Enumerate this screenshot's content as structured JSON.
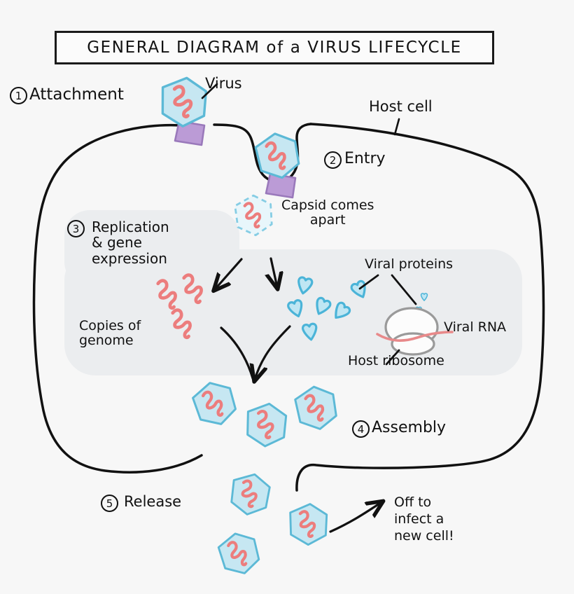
{
  "title": "GENERAL DIAGRAM of a VIRUS LIFECYCLE",
  "colors": {
    "background": "#f7f7f7",
    "ink": "#111111",
    "capsid_fill": "#c6e7f2",
    "capsid_stroke": "#5cb9d6",
    "genome_red": "#ec7d7d",
    "receptor_fill": "#bb9bd6",
    "receptor_stroke": "#9a79bb",
    "protein_fill": "#bfe6f3",
    "protein_stroke": "#4bb4d8",
    "cytoplasm": "#ebedef",
    "ribosome_stroke": "#9a9a9a",
    "ribosome_fill": "#fcfcfc",
    "rna_strand": "#e8898a"
  },
  "steps": [
    {
      "num": "1",
      "label": "Attachment"
    },
    {
      "num": "2",
      "label": "Entry"
    },
    {
      "num": "3",
      "label": "Replication\n& gene\nexpression"
    },
    {
      "num": "4",
      "label": "Assembly"
    },
    {
      "num": "5",
      "label": "Release"
    }
  ],
  "annotations": {
    "virus": "Virus",
    "host_cell": "Host cell",
    "capsid_comes_apart": "Capsid comes\napart",
    "copies_of_genome": "Copies of\ngenome",
    "viral_proteins": "Viral proteins",
    "viral_rna": "Viral RNA",
    "host_ribosome": "Host ribosome",
    "off_to_infect": "Off to\ninfect a\nnew cell!"
  }
}
